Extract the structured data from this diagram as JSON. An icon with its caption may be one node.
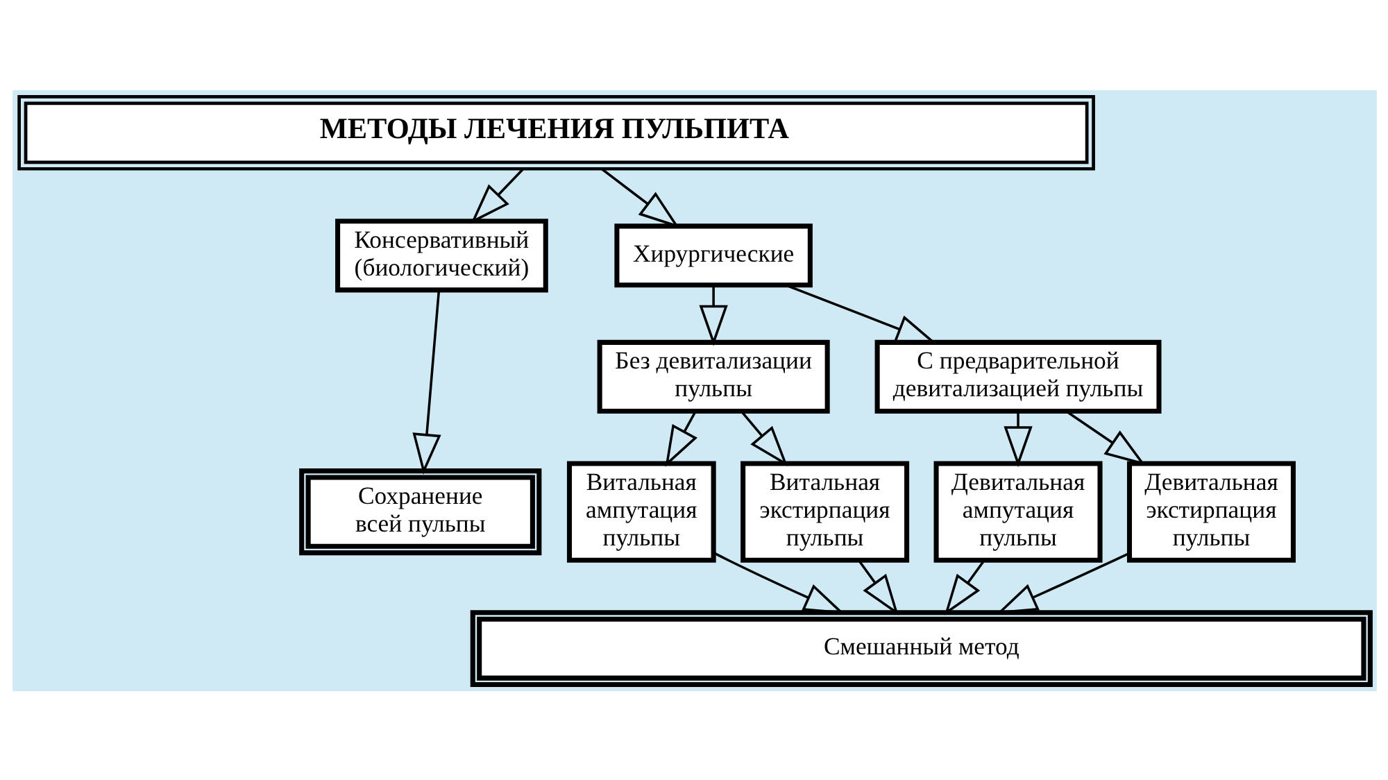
{
  "diagram": {
    "nodes": [
      {
        "text": [
          "МЕТОДЫ ЛЕЧЕНИЯ ПУЛЬПИТА"
        ]
      },
      {
        "text": [
          "Консервативный (биологический)"
        ]
      },
      {
        "text": [
          "Хирургические"
        ]
      },
      {
        "text": [
          "Без девитализации пульпы"
        ]
      },
      {
        "text": [
          "С предварительной девитализацией пульпы"
        ]
      },
      {
        "text": [
          "Сохранение всей пульпы"
        ]
      },
      {
        "text": [
          "Витальная ампутация пульпы"
        ]
      },
      {
        "text": [
          "Витальная экстирпация пульпы"
        ]
      },
      {
        "text": [
          "Девитальная ампутация пульпы"
        ]
      },
      {
        "text": [
          "Девитальная экстирпация пульпы"
        ]
      },
      {
        "text": [
          "Смешанный метод"
        ]
      }
    ],
    "edges": [
      {
        "from": 0,
        "to": 1,
        "arrow": "to"
      },
      {
        "from": 0,
        "to": 2,
        "arrow": "to"
      },
      {
        "from": 1,
        "to": 5,
        "arrow": "to"
      },
      {
        "from": 2,
        "to": 3,
        "arrow": "to"
      },
      {
        "from": 2,
        "to": 4,
        "arrow": "to"
      },
      {
        "from": 3,
        "to": 6,
        "arrow": "to"
      },
      {
        "from": 3,
        "to": 7,
        "arrow": "to"
      },
      {
        "from": 4,
        "to": 8,
        "arrow": "to"
      },
      {
        "from": 4,
        "to": 9,
        "arrow": "to"
      },
      {
        "from": 6,
        "to": 10,
        "arrow": "to"
      },
      {
        "from": 7,
        "to": 10,
        "arrow": "to"
      },
      {
        "from": 8,
        "to": 10,
        "arrow": "to"
      },
      {
        "from": 9,
        "to": 10,
        "arrow": "to"
      }
    ]
  }
}
